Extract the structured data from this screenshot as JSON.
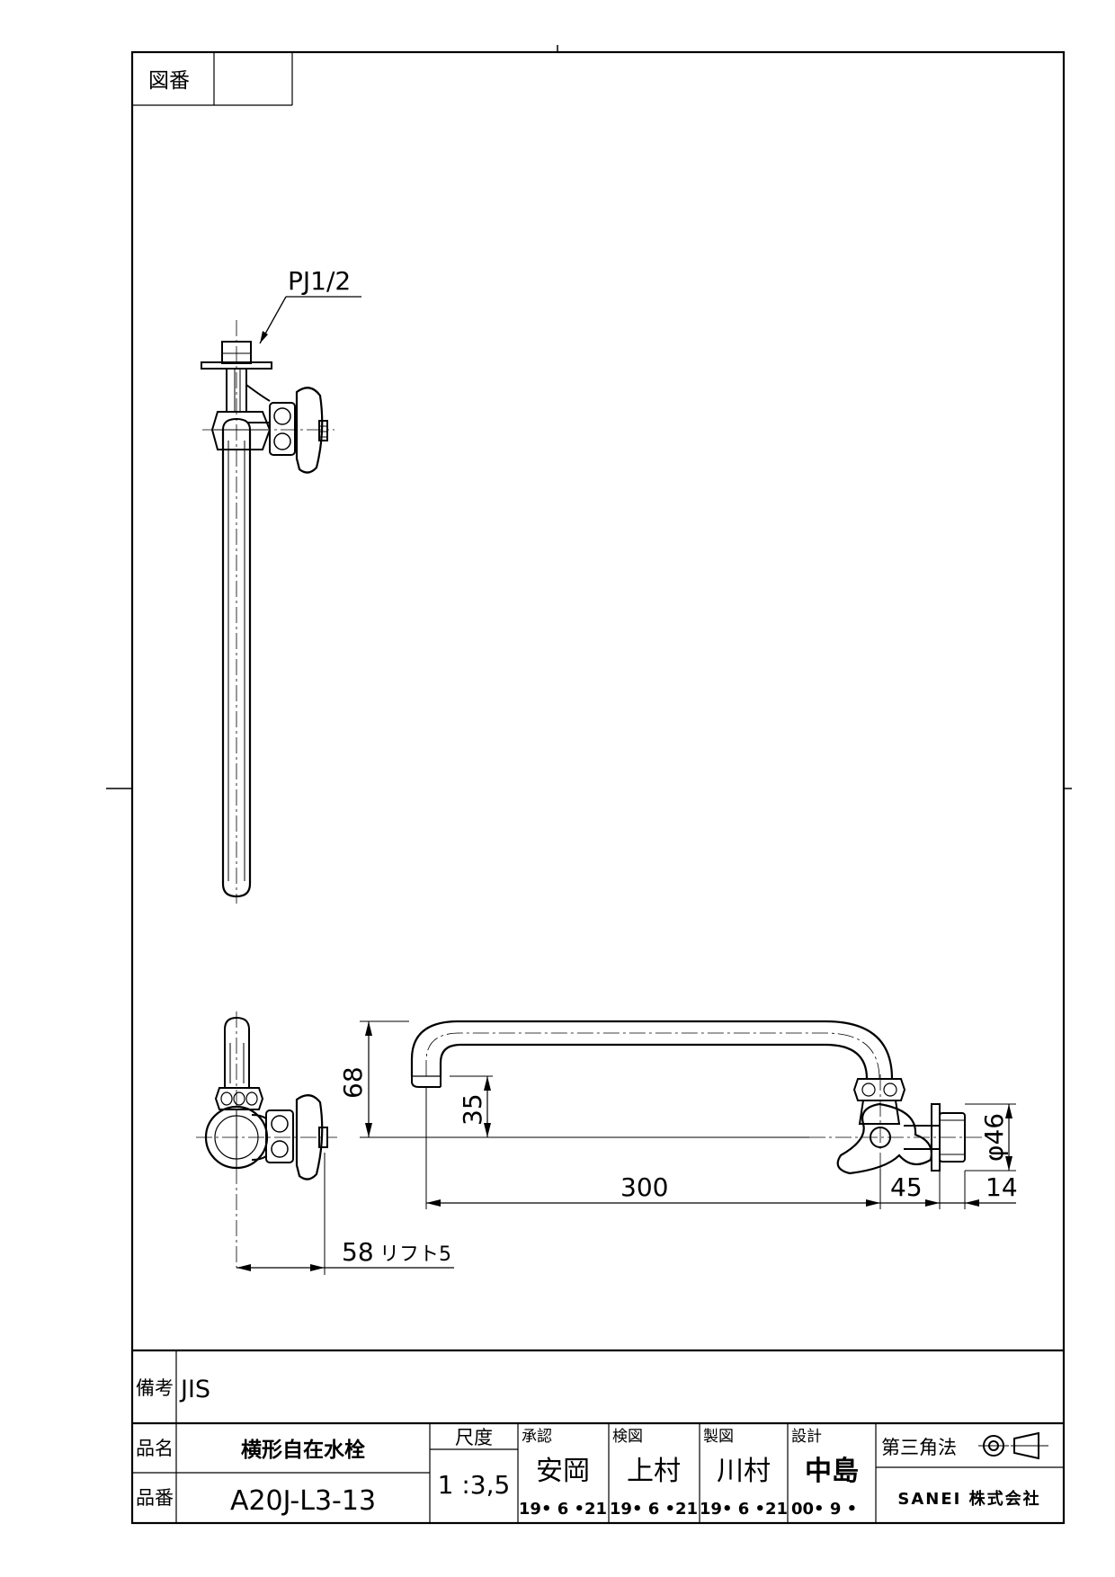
{
  "drawing_number": {
    "label": "図番",
    "value": ""
  },
  "thread_callout": "PJ1/2",
  "dimensions": {
    "height_68": "68",
    "height_35": "35",
    "length_300": "300",
    "offset_45": "45",
    "flange_14": "14",
    "diameter_46": "φ46",
    "depth_58": "58",
    "lift": "リフト5"
  },
  "title_block": {
    "remarks_label": "備考",
    "remarks_value": "JIS",
    "name_label": "品名",
    "name_value": "横形自在水栓",
    "part_label": "品番",
    "part_value": "A20J-L3-13",
    "scale_label": "尺度",
    "scale_value": "1 :3,5",
    "approved_label": "承認",
    "approved_name": "安岡",
    "approved_date": "19• 6 •21",
    "checked_label": "検図",
    "checked_name": "上村",
    "checked_date": "19• 6 •21",
    "drafted_label": "製図",
    "drafted_name": "川村",
    "drafted_date": "19• 6 •21",
    "designed_label": "設計",
    "designed_name": "中島",
    "designed_date": "00• 9 •",
    "projection_label": "第三角法",
    "company": "SANEI 株式会社"
  }
}
